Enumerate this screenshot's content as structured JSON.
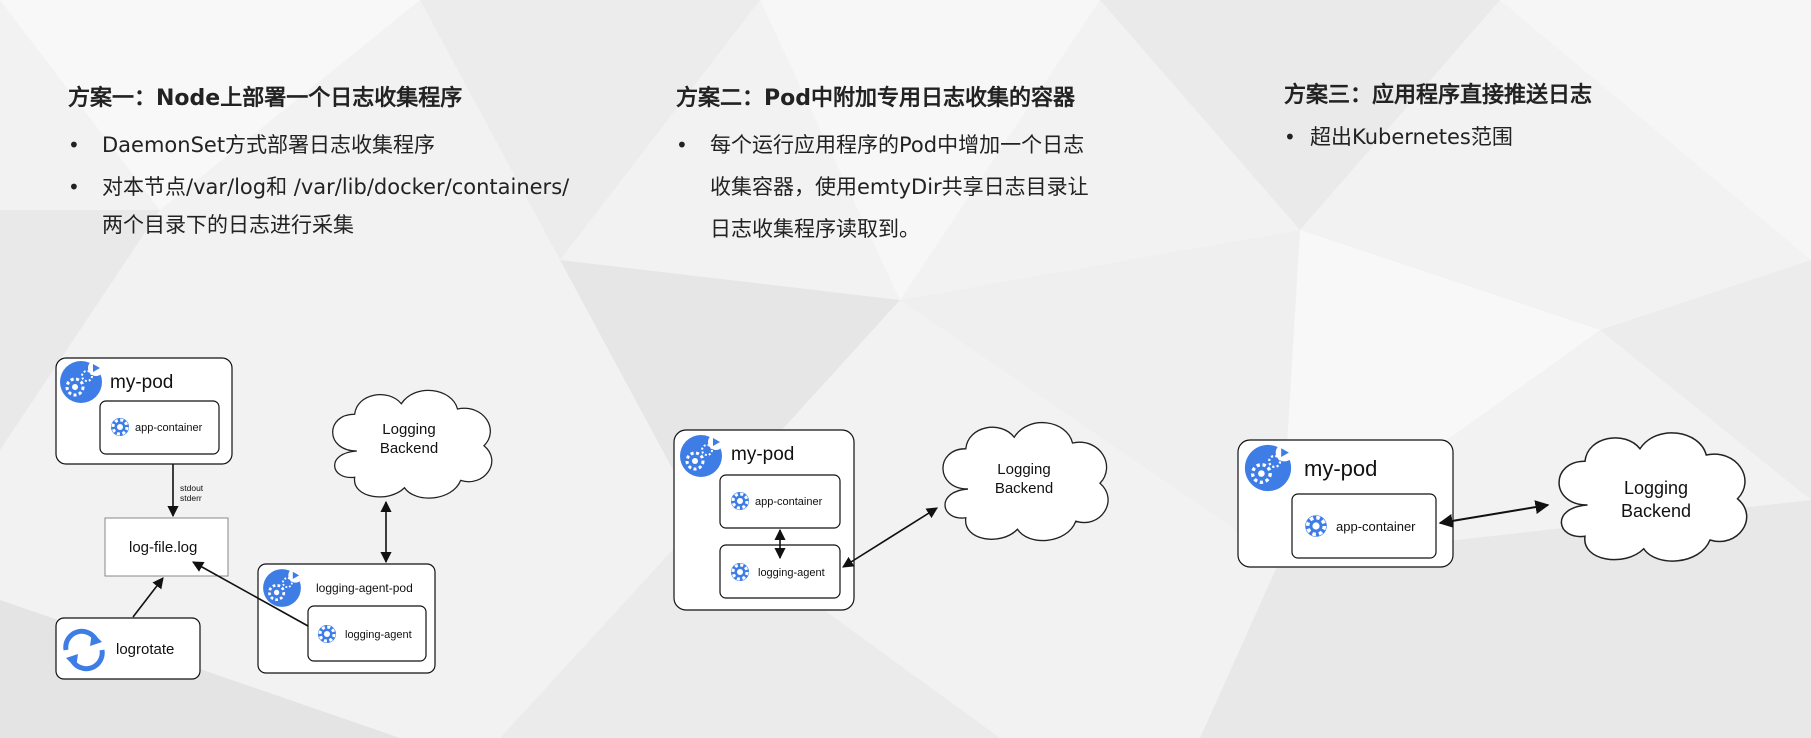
{
  "col1": {
    "title": "方案一：Node上部署一个日志收集程序",
    "bullets": [
      "DaemonSet方式部署日志收集程序",
      "对本节点/var/log和 /var/lib/docker/containers/",
      "两个目录下的日志进行采集"
    ]
  },
  "col2": {
    "title": "方案二：Pod中附加专用日志收集的容器",
    "bullets": [
      "每个运行应用程序的Pod中增加一个日志",
      "收集容器，使用emtyDir共享日志目录让",
      "日志收集程序读取到。"
    ]
  },
  "col3": {
    "title": "方案三：应用程序直接推送日志",
    "bullets": [
      "超出Kubernetes范围"
    ]
  },
  "d1": {
    "pod": "my-pod",
    "container": "app-container",
    "stdout": "stdout",
    "stderr": "stderr",
    "logfile": "log-file.log",
    "logrotate": "logrotate",
    "agent_pod": "logging-agent-pod",
    "agent": "logging-agent",
    "backend_1": "Logging",
    "backend_2": "Backend"
  },
  "d2": {
    "pod": "my-pod",
    "container": "app-container",
    "agent": "logging-agent",
    "backend_1": "Logging",
    "backend_2": "Backend"
  },
  "d3": {
    "pod": "my-pod",
    "container": "app-container",
    "backend_1": "Logging",
    "backend_2": "Backend"
  },
  "colors": {
    "k8s_blue": "#3f7de6",
    "bg": "#f1f1f1"
  }
}
